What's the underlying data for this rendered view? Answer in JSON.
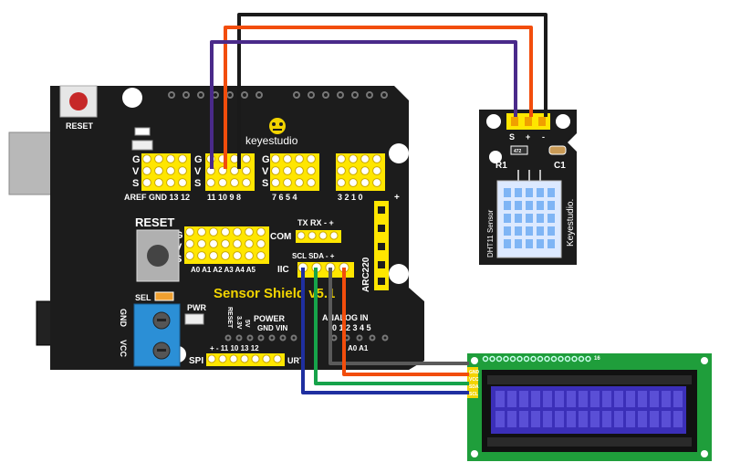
{
  "shield": {
    "brand": "keyestudio",
    "title": "Sensor Shield v5.1",
    "reset_top": "RESET",
    "reset_mid": "RESET",
    "pin_rows": [
      "G",
      "V",
      "S"
    ],
    "aref_label": "AREF GND 13 12",
    "digital_low": "11 10 9 8",
    "digital_mid": "7 6 5 4",
    "digital_high": "3 2 1 0",
    "plus": "+",
    "tx_rx": "TX RX -  +",
    "com": "COM",
    "iic": "IIC",
    "scl_sda": "SCL SDA -  +",
    "analog_pins": "A0 A1 A2 A3 A4 A5",
    "arc": "ARC220",
    "sel": "SEL",
    "pwr": "PWR",
    "gnd": "GND",
    "vcc": "VCC",
    "reset_side": "RESET",
    "v33": "3.3V",
    "v5": "5V",
    "power": "POWER",
    "gnd_vin": "GND VIN",
    "spi": "SPI",
    "spi_pins": "+  -  11 10 13 12",
    "urt": "URT",
    "analog_in": "ANALOG   IN",
    "analog_nums": "0  1  2  3  4  5",
    "a0a1": "A0 A1"
  },
  "dht": {
    "s": "S",
    "plus": "+",
    "minus": "-",
    "r1": "R1",
    "c1": "C1",
    "res_value": "472",
    "name": "DHT11 Sensor",
    "brand": "Keyestudio."
  },
  "lcd": {
    "header_num": "16",
    "pins": [
      "GND",
      "VCC",
      "SDA",
      "SCL"
    ]
  },
  "colors": {
    "board": "#1c1c1c",
    "header": "#ffe600",
    "wire_black": "#1a1a1a",
    "wire_red": "#f24d0c",
    "wire_purple": "#4a2a8a",
    "wire_blue": "#1f2fa0",
    "wire_green": "#16a34a",
    "wire_gray": "#5a5a5a",
    "lcd_green": "#1f9e3b",
    "lcd_screen": "#3b2fb8"
  }
}
